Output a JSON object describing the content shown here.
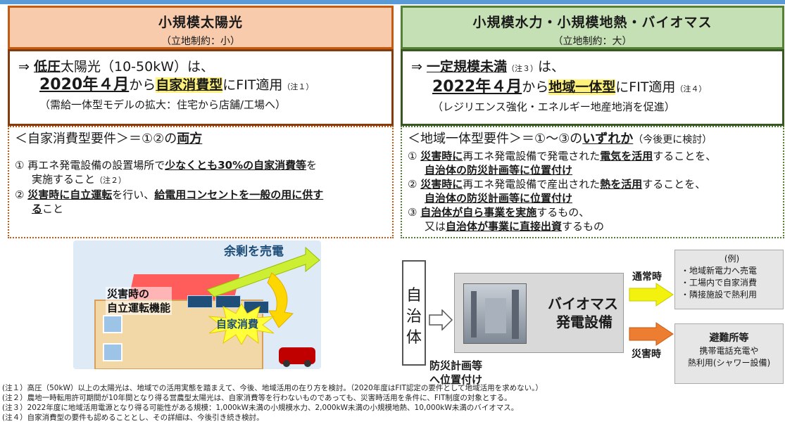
{
  "left": {
    "title": "小規模太陽光",
    "subtitle": "（立地制約：小）",
    "line1_prefix": "⇒ ",
    "line1_bold": "低圧",
    "line1_rest": "太陽光（10-50kW）は、",
    "line2_date": "2020年４月",
    "line2_mid": "から",
    "line2_hl": "自家消費型",
    "line2_rest": "にFIT適用",
    "line2_note": "（注１）",
    "line3": "（需給一体型モデルの拡大：住宅から店舗/工場へ）",
    "req_title_pre": "＜自家消費型要件＞＝①②の",
    "req_title_bold": "両方",
    "item1_pre": "① 再エネ発電設備の設置場所で",
    "item1_bold": "少なくとも30%の自家消費等",
    "item1_post": "を",
    "item1_cont": "実施すること",
    "item1_note": "（注２）",
    "item2_pre": "② ",
    "item2_bold1": "災害時に自立運転",
    "item2_mid": "を行い、",
    "item2_bold2": "給電用コンセントを一般の用に供す",
    "item2_cont_bold": "る",
    "item2_cont": "こと"
  },
  "right": {
    "title": "小規模水力・小規模地熱・バイオマス",
    "subtitle": "（立地制約：大）",
    "line1_prefix": "⇒ ",
    "line1_bold": "一定規模未満",
    "line1_note": "（注３）",
    "line1_rest": "は、",
    "line2_date": "2022年４月",
    "line2_mid": "から",
    "line2_hl": "地域一体型",
    "line2_rest": "にFIT適用",
    "line2_note": "（注４）",
    "line3": "（レジリエンス強化・エネルギー地産地消を促進）",
    "req_title_pre": "＜地域一体型要件＞＝①～③の",
    "req_title_bold": "いずれか",
    "req_title_sub": "（今後更に検討）",
    "item1_pre": "① ",
    "item1_bold1": "災害時に",
    "item1_mid": "再エネ発電設備で発電された",
    "item1_bold2": "電気を活用",
    "item1_post": "することを、",
    "item1_cont": "自治体の防災計画等に位置付け",
    "item2_pre": "② ",
    "item2_bold1": "災害時に",
    "item2_mid": "再エネ発電設備で産出された",
    "item2_bold2": "熱を活用",
    "item2_post": "することを、",
    "item2_cont": "自治体の防災計画等に位置付け",
    "item3_pre": "③ ",
    "item3_bold": "自治体が自ら事業を実施",
    "item3_post": "するもの、",
    "item3_cont_pre": "又は",
    "item3_cont_bold": "自治体が事業に直接出資",
    "item3_cont_post": "するもの"
  },
  "illustration": {
    "surplus": "余剰を売電",
    "disaster_line1": "災害時の",
    "disaster_line2": "自立運転機能",
    "self_consumption": "自家消費"
  },
  "diagram": {
    "jichitai": "自治体",
    "bio_line1": "バイオマス",
    "bio_line2": "発電設備",
    "bosai_line1": "防災計画等",
    "bosai_line2": "へ位置付け",
    "normal": "通常時",
    "disaster": "災害時",
    "example_head": "(例)",
    "example_items": [
      "・地域新電力へ売電",
      "・工場内で自家消費",
      "・隣接施設で熱利用"
    ],
    "hinan_head": "避難所等",
    "hinan_line1": "携帯電話充電や",
    "hinan_line2": "熱利用(シャワー設備)"
  },
  "notes": [
    "(注１）高圧（50kW）以上の太陽光は、地域での活用実態を踏まえて、今後、地域活用の在り方を検討。（2020年度はFIT認定の要件として地域活用を求めない。）",
    "(注２）農地一時転用許可期間が10年間となり得る営農型太陽光は、自家消費等を行わないものであっても、災害時活用を条件に、FIT制度の対象とする。",
    "(注３）2022年度に地域活用電源となり得る可能性がある規模：1,000kW未満の小規模水力、2,000kW未満の小規模地熱、10,000kW未満のバイオマス。",
    "(注４）自家消費型の要件も認めることとし、その詳細は、今後引き続き検討。"
  ],
  "colors": {
    "left_header_bg": "#f8cbad",
    "left_border": "#c55a11",
    "right_header_bg": "#c5e0b4",
    "right_border": "#548235",
    "highlight": "#fff27a",
    "normal_arrow": "#f2f20e",
    "disaster_arrow": "#ed7d31"
  }
}
